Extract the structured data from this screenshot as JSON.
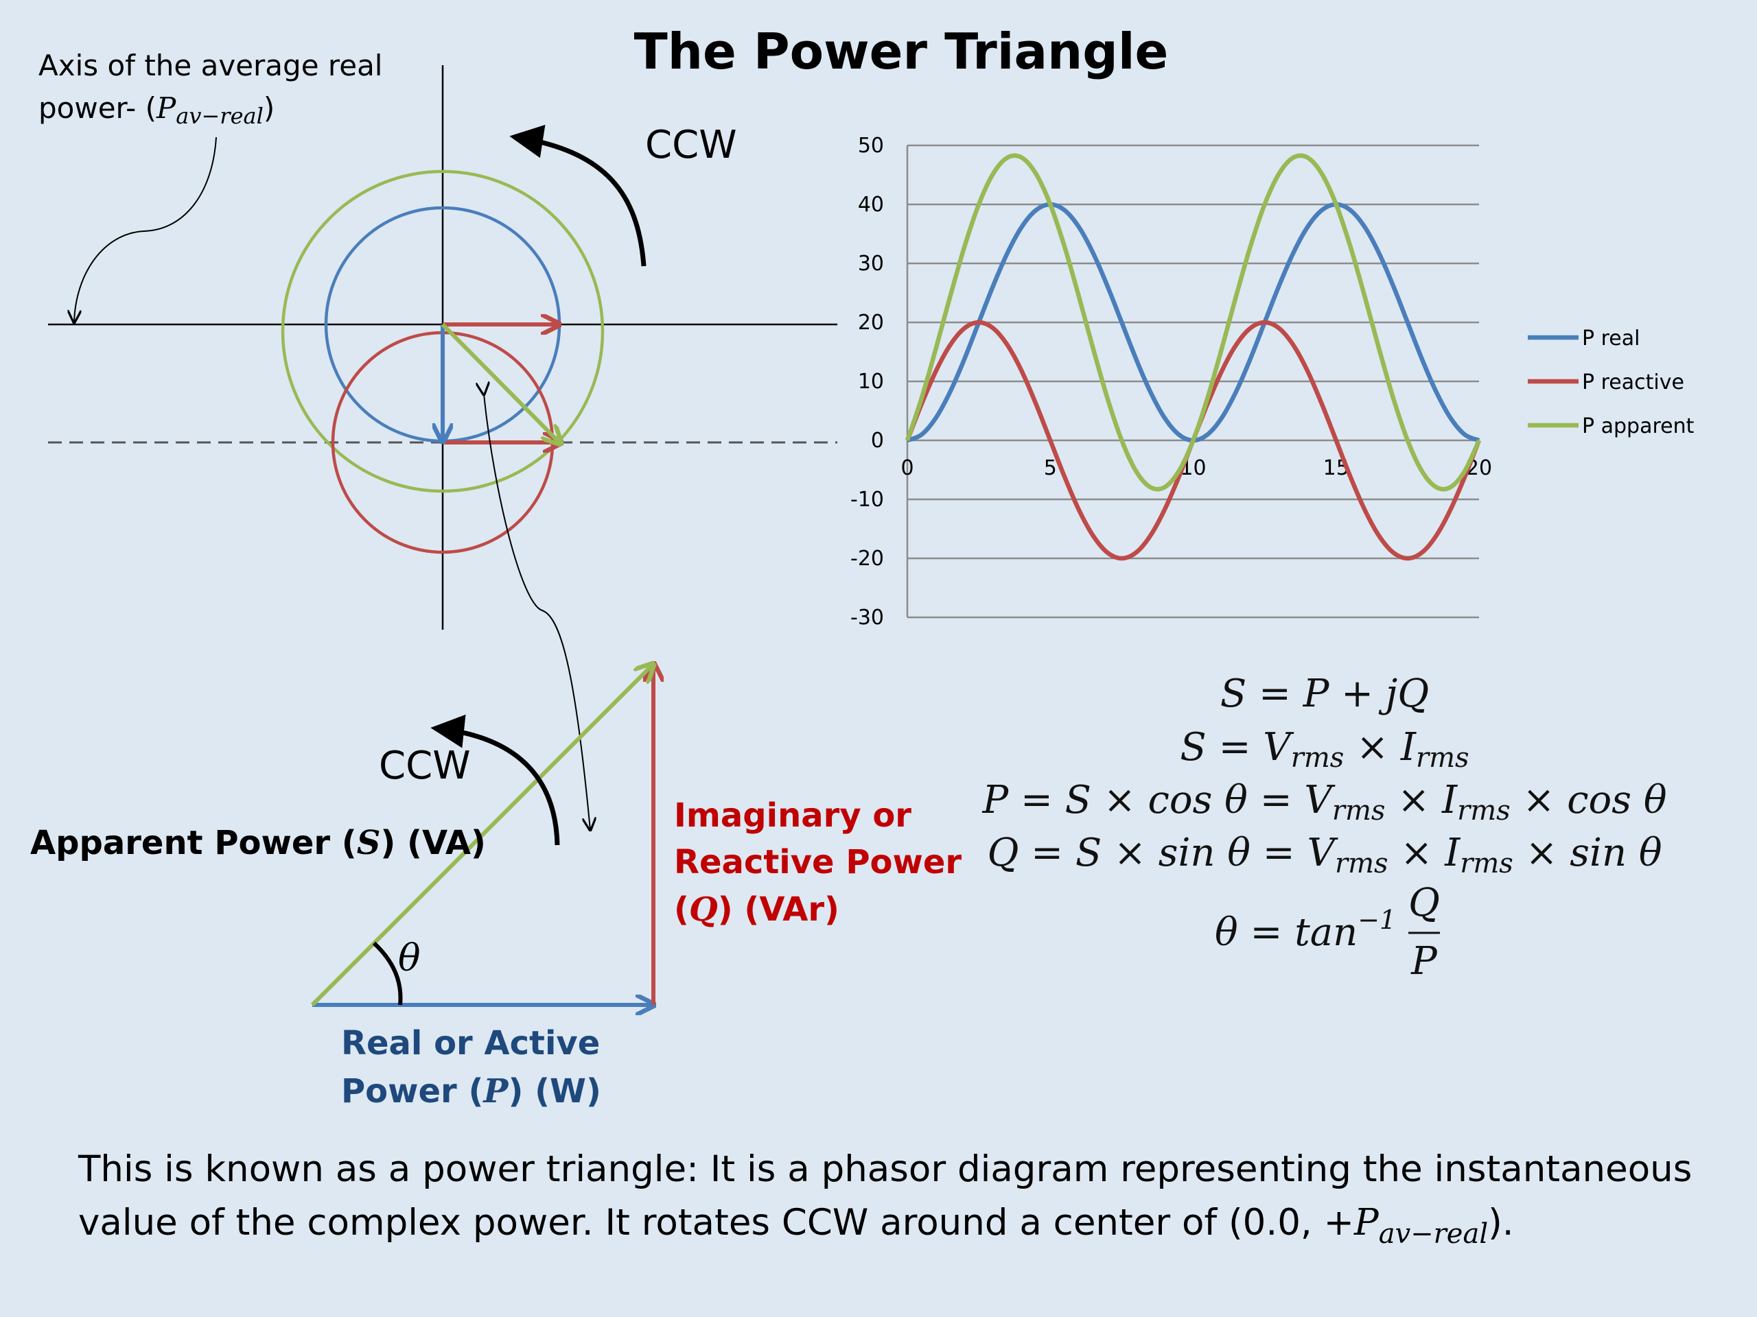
{
  "slide": {
    "title": "The Power Triangle",
    "caption_line1": "This is known as a power triangle: It is a phasor diagram representing the instantaneous",
    "caption_line2_prefix": "value of the complex power. It rotates CCW around a center of (0.0, +",
    "caption_line2_var": "P",
    "caption_line2_sub": "av−real",
    "caption_line2_suffix": ")."
  },
  "phasor": {
    "axis_note_line1": "Axis of the average real",
    "axis_note_line2_prefix": "power- (",
    "axis_note_var": "P",
    "axis_note_sub": "av−real",
    "axis_note_suffix": ")",
    "ccw_label": "CCW"
  },
  "triangle": {
    "ccw_label": "CCW",
    "theta_symbol": "θ",
    "apparent_text": "Apparent Power (",
    "apparent_var": "S",
    "apparent_unit": ") (VA)",
    "reactive_line1": "Imaginary or",
    "reactive_line2": "Reactive Power",
    "reactive_line3_prefix": "(",
    "reactive_var": "Q",
    "reactive_unit": ") (VAr)",
    "real_line1": "Real or Active",
    "real_line2_prefix": "Power (",
    "real_var": "P",
    "real_unit": ") (W)"
  },
  "formulas": {
    "f1": "S = P + jQ",
    "f2_a": "S = V",
    "f2_b": "rms",
    "f2_c": " × I",
    "f2_d": "rms",
    "f3_a": "P = S × cos θ = V",
    "f3_b": "rms",
    "f3_c": " × I",
    "f3_d": "rms",
    "f3_e": " × cos θ",
    "f4_a": "Q = S × sin θ = V",
    "f4_b": "rms",
    "f4_c": " × I",
    "f4_d": "rms",
    "f4_e": " × sin θ",
    "f5_a": "θ = tan",
    "f5_sup": "−1",
    "f5_num": "Q",
    "f5_den": "P"
  },
  "colors": {
    "real": "#4a7ebb",
    "reactive": "#be4b48",
    "apparent": "#98b954",
    "reactive_text": "#c00000",
    "real_text": "#1f497d"
  },
  "chart_data": {
    "type": "line",
    "x": [
      0,
      0.5,
      1,
      1.5,
      2,
      2.5,
      3,
      3.5,
      4,
      4.5,
      5,
      5.5,
      6,
      6.5,
      7,
      7.5,
      8,
      8.5,
      9,
      9.5,
      10,
      10.5,
      11,
      11.5,
      12,
      12.5,
      13,
      13.5,
      14,
      14.5,
      15,
      15.5,
      16,
      16.5,
      17,
      17.5,
      18,
      18.5,
      19,
      19.5,
      20
    ],
    "series": [
      {
        "name": "P real",
        "color": "#4a7ebb",
        "values": [
          0,
          0.98,
          3.82,
          8.25,
          13.82,
          20,
          26.18,
          31.75,
          36.18,
          39.02,
          40,
          39.02,
          36.18,
          31.75,
          26.18,
          20,
          13.82,
          8.25,
          3.82,
          0.98,
          0,
          0.98,
          3.82,
          8.25,
          13.82,
          20,
          26.18,
          31.75,
          36.18,
          39.02,
          40,
          39.02,
          36.18,
          31.75,
          26.18,
          20,
          13.82,
          8.25,
          3.82,
          0.98,
          0
        ]
      },
      {
        "name": "P reactive",
        "color": "#be4b48",
        "values": [
          0,
          6.18,
          11.76,
          16.18,
          19.02,
          20,
          19.02,
          16.18,
          11.76,
          6.18,
          0,
          -6.18,
          -11.76,
          -16.18,
          -19.02,
          -20,
          -19.02,
          -16.18,
          -11.76,
          -6.18,
          0,
          6.18,
          11.76,
          16.18,
          19.02,
          20,
          19.02,
          16.18,
          11.76,
          6.18,
          0,
          -6.18,
          -11.76,
          -16.18,
          -19.02,
          -20,
          -19.02,
          -16.18,
          -11.76,
          -6.18,
          0
        ]
      },
      {
        "name": "P apparent",
        "color": "#98b954",
        "values": [
          0,
          7.16,
          15.58,
          24.43,
          32.84,
          40,
          45.2,
          47.93,
          47.94,
          45.2,
          40,
          32.84,
          24.42,
          15.57,
          7.16,
          0,
          -5.2,
          -7.93,
          -7.94,
          -5.2,
          0,
          7.16,
          15.58,
          24.43,
          32.84,
          40,
          45.2,
          47.93,
          47.94,
          45.2,
          40,
          32.84,
          24.42,
          15.57,
          7.16,
          0,
          -5.2,
          -7.93,
          -7.94,
          -5.2,
          0
        ]
      }
    ],
    "x_ticks": [
      0,
      5,
      10,
      15,
      20
    ],
    "y_ticks": [
      50,
      40,
      30,
      20,
      10,
      0,
      -10,
      -20,
      -30
    ],
    "xlim": [
      0,
      20
    ],
    "ylim": [
      -30,
      50
    ],
    "grid": true,
    "legend": "right"
  }
}
